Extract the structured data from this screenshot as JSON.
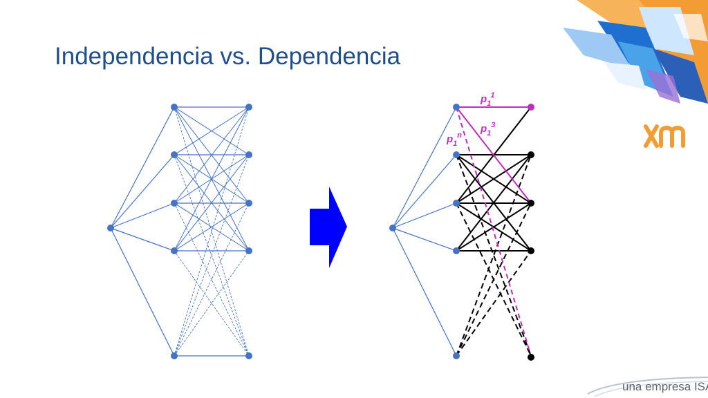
{
  "slide": {
    "title": "Independencia vs. Dependencia",
    "footer": "una empresa ISA",
    "logo_text": "xm"
  },
  "colors": {
    "title": "#1f4e8c",
    "node_blue": "#4472c4",
    "arrow": "#0000ff",
    "magenta": "#c02cc0",
    "black": "#000000",
    "logo_orange": "#f39c33"
  },
  "diagram": {
    "labels": [
      {
        "base": "p",
        "sub": "1",
        "sup": "1"
      },
      {
        "base": "p",
        "sub": "1",
        "sup": "3"
      },
      {
        "base": "p",
        "sub": "1",
        "sup": "n"
      }
    ]
  }
}
